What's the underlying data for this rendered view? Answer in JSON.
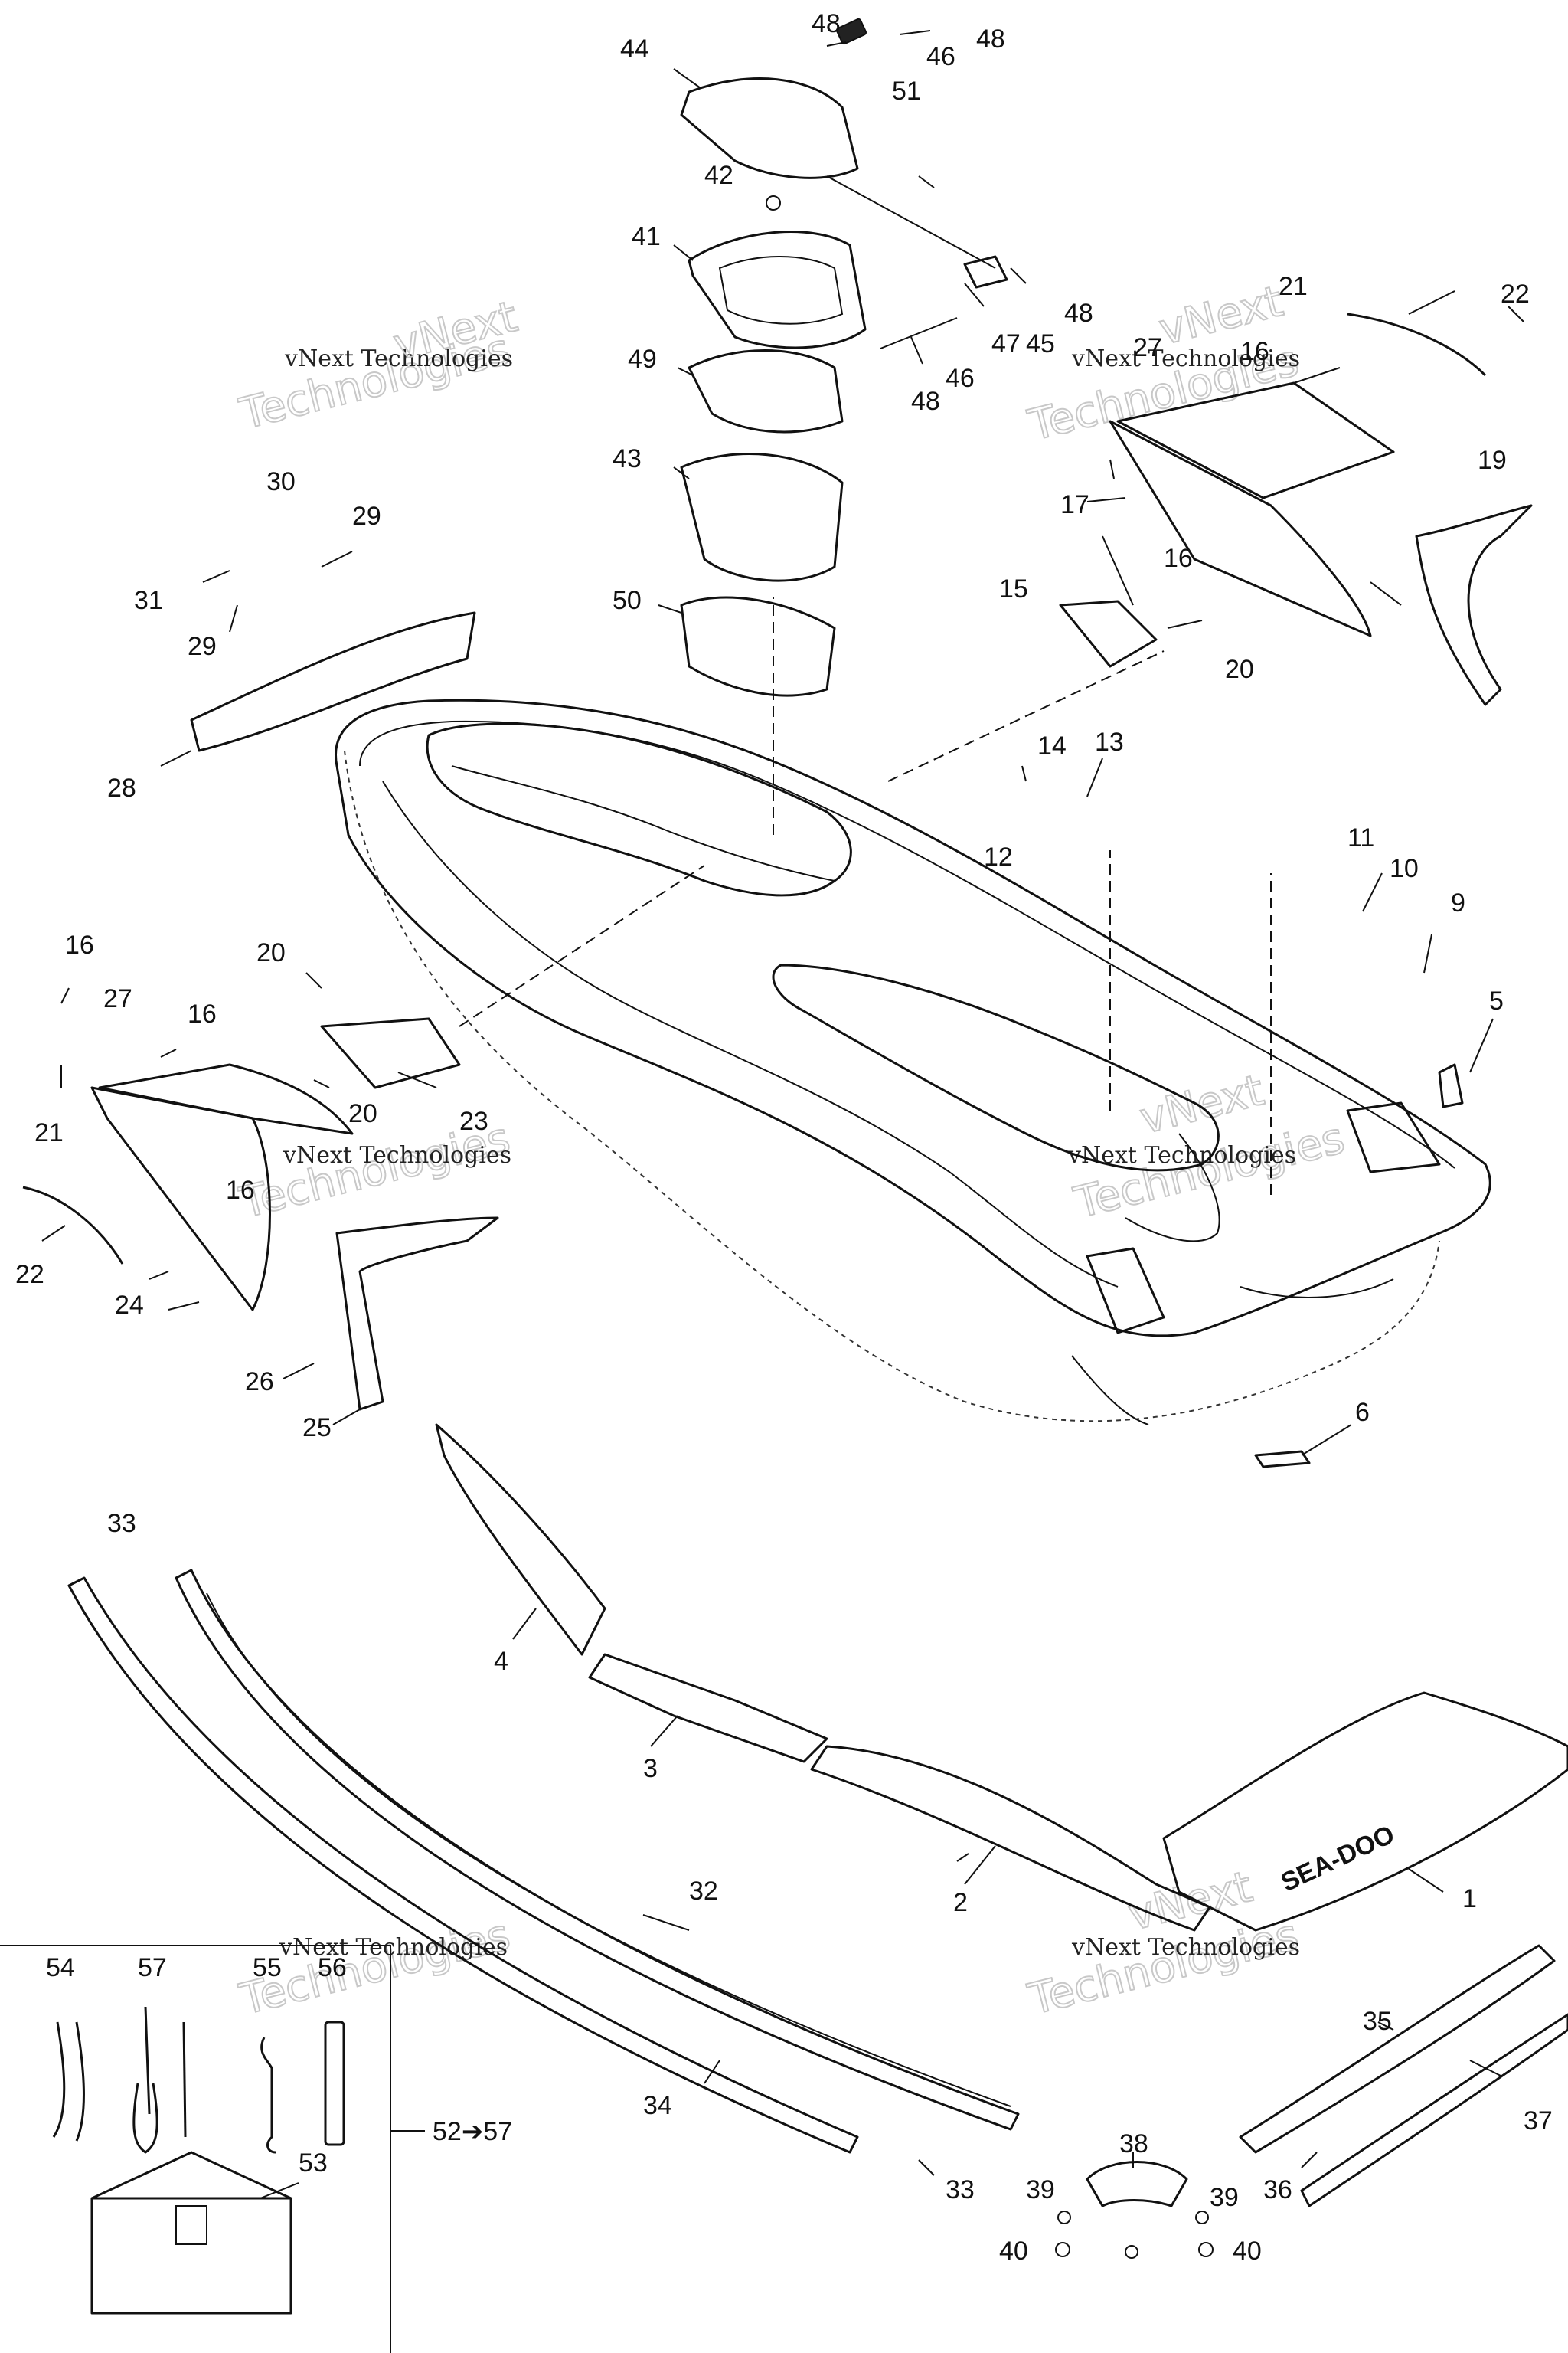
{
  "watermarks": [
    {
      "small": "vNext Technologies",
      "large": "Technologies"
    },
    {
      "small": "vNext Technologies",
      "large": "Technologies"
    },
    {
      "small": "vNext Technologies",
      "large": "Technologies"
    },
    {
      "small": "vNext Technologies",
      "large": "Technologies"
    },
    {
      "small": "vNext Technologies",
      "large": "Technologies"
    },
    {
      "small": "vNext Technologies",
      "large": "Technologies"
    }
  ],
  "watermark_fragments": [
    "vNext",
    "vNext",
    "vNext",
    "vNext"
  ],
  "decal_text": "SEA-DOO",
  "kit_label": "52➔57",
  "callouts": [
    "1",
    "2",
    "3",
    "4",
    "5",
    "6",
    "9",
    "10",
    "11",
    "12",
    "13",
    "14",
    "15",
    "16",
    "16",
    "16",
    "16",
    "16",
    "17",
    "19",
    "20",
    "20",
    "20",
    "21",
    "21",
    "22",
    "22",
    "23",
    "24",
    "25",
    "26",
    "27",
    "27",
    "28",
    "29",
    "29",
    "30",
    "31",
    "32",
    "33",
    "33",
    "34",
    "35",
    "36",
    "37",
    "38",
    "39",
    "39",
    "40",
    "40",
    "41",
    "42",
    "43",
    "44",
    "45",
    "46",
    "46",
    "47",
    "48",
    "48",
    "48",
    "48",
    "49",
    "50",
    "51",
    "53",
    "54",
    "55",
    "56",
    "57"
  ]
}
